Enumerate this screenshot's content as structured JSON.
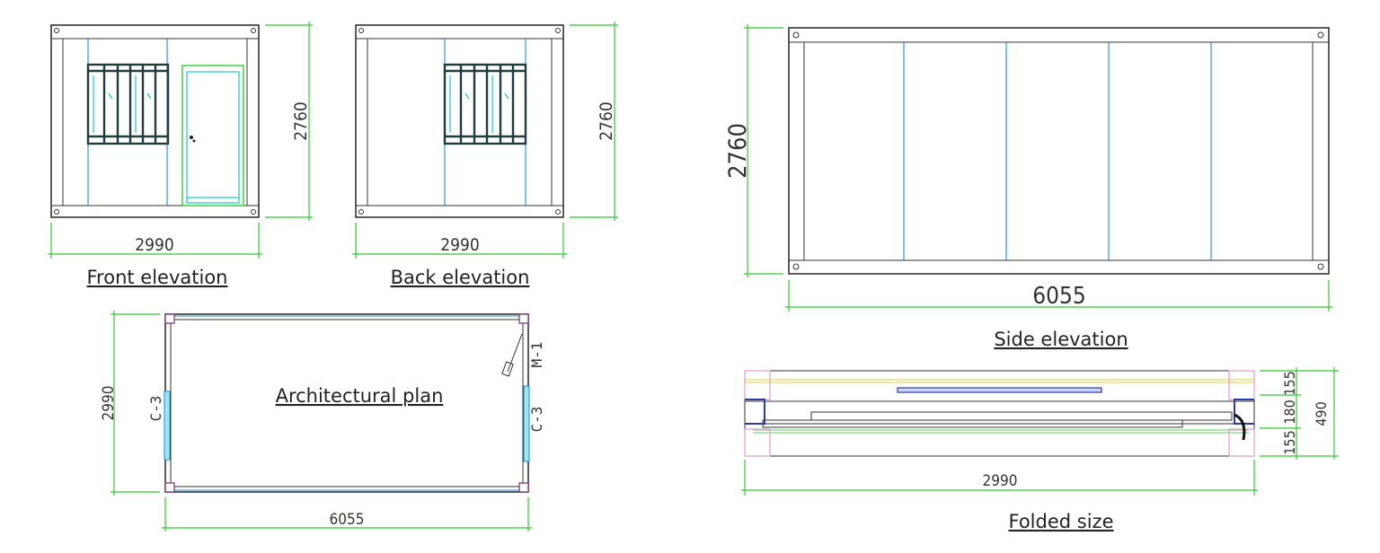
{
  "views": {
    "front": {
      "caption": "Front elevation",
      "width": "2990",
      "height": "2760"
    },
    "back": {
      "caption": "Back elevation",
      "width": "2990",
      "height": "2760"
    },
    "side": {
      "caption": "Side elevation",
      "width": "6055",
      "height": "2760"
    },
    "plan": {
      "caption": "Architectural plan",
      "width": "6055",
      "depth": "2990",
      "window_left": "C-3",
      "window_right": "C-3",
      "door": "M-1"
    },
    "folded": {
      "caption": "Folded size",
      "width": "2990",
      "total_height": "490",
      "parts": [
        "155",
        "180",
        "155"
      ]
    }
  },
  "colors": {
    "dimension": "#2ecc2e",
    "frame": "#333333",
    "panel": "#1a8fd0",
    "window": "#19c9c9"
  }
}
